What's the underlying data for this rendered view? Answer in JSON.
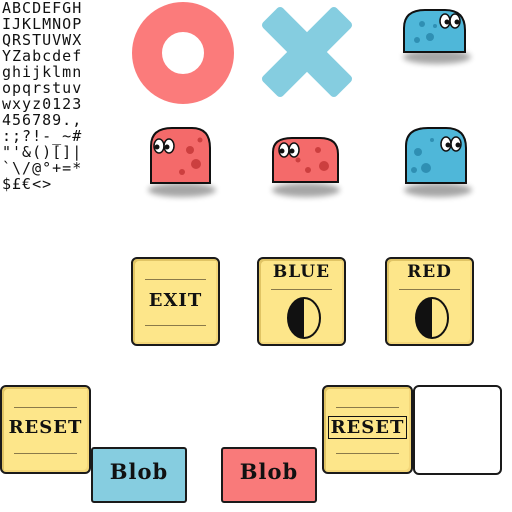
{
  "font_sheet": {
    "rows": [
      "ABCDEFGH",
      "IJKLMNOP",
      "QRSTUVWX",
      "YZabcdef",
      "ghijklmn",
      "opqrstuv",
      "wxyz0123",
      "456789.,",
      ":;?!-_~#",
      "\"'&()[]|",
      "`\\/@°+=*",
      "$£€<>"
    ]
  },
  "sprites": {
    "o_marker": {
      "color": "#fb7b7b"
    },
    "x_marker": {
      "color": "#85cde0"
    },
    "blob_blue": {
      "color": "#4fb7d9"
    },
    "blob_red": {
      "color": "#f46a6a"
    }
  },
  "cards": {
    "exit": {
      "label": "EXIT"
    },
    "blue": {
      "label": "BLUE"
    },
    "red": {
      "label": "RED"
    },
    "reset_1": {
      "label": "RESET"
    },
    "reset_2": {
      "label": "RESET"
    }
  },
  "buttons": {
    "blob_blue": {
      "label": "Blob",
      "color": "#86cde0"
    },
    "blob_red": {
      "label": "Blob",
      "color": "#f97a7a"
    }
  }
}
